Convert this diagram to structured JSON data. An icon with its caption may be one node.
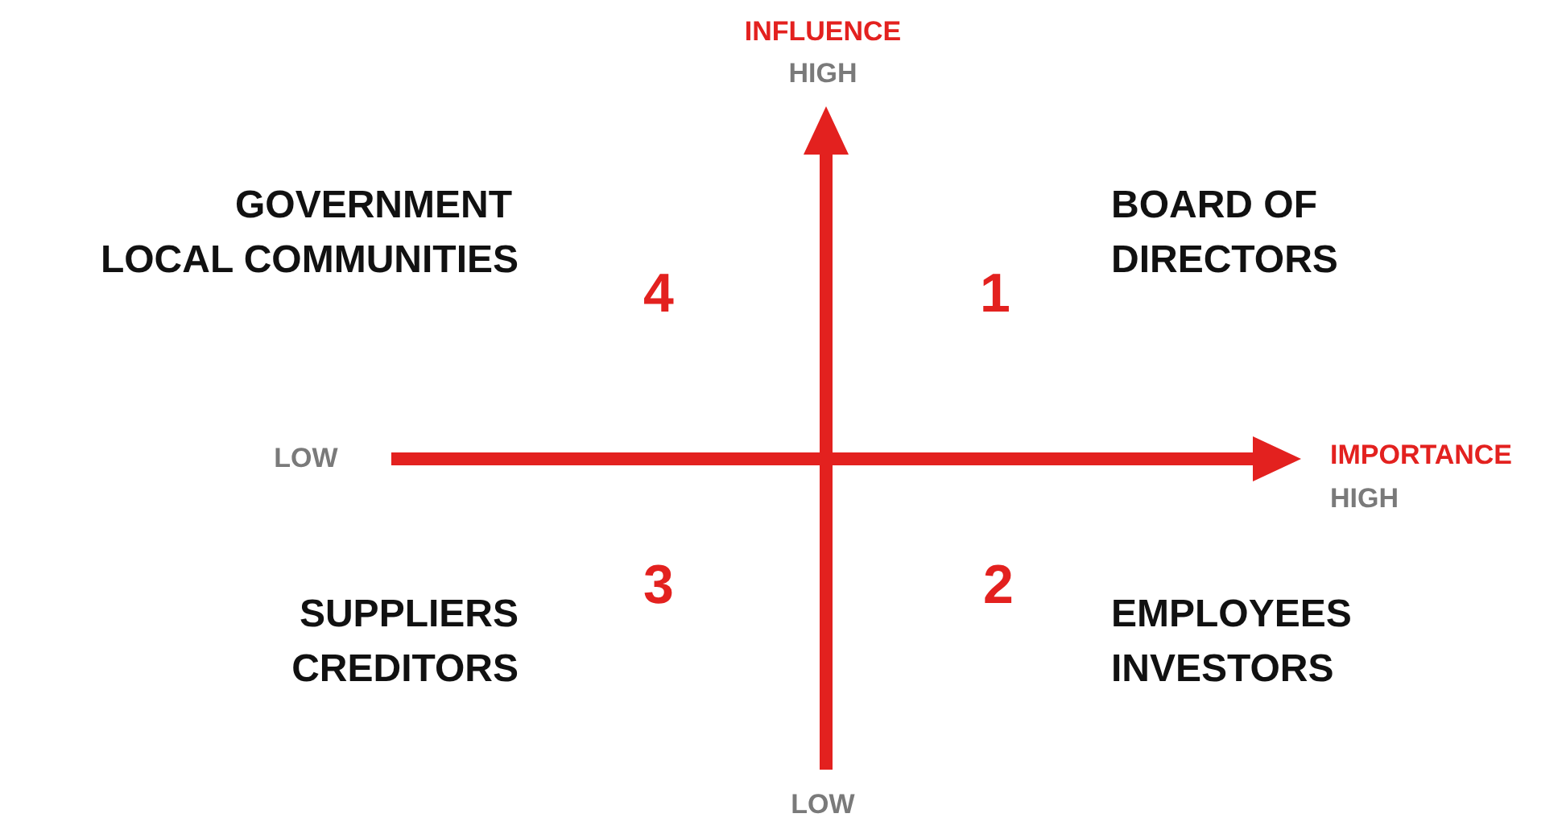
{
  "diagram": {
    "labels": [
      "INFLUENCE",
      "HIGH",
      "GOVERNMENT",
      "BOARD OF DIRECTORS",
      "LOCAL COMMUNITIES",
      "4",
      "1",
      "LOW",
      "IMPORTANCE",
      "HIGH",
      "3",
      "2",
      "SUPPLIERS",
      "EMPLOYEES",
      "CREDITORS",
      "INVESTORS",
      "LOW"
    ]
  }
}
